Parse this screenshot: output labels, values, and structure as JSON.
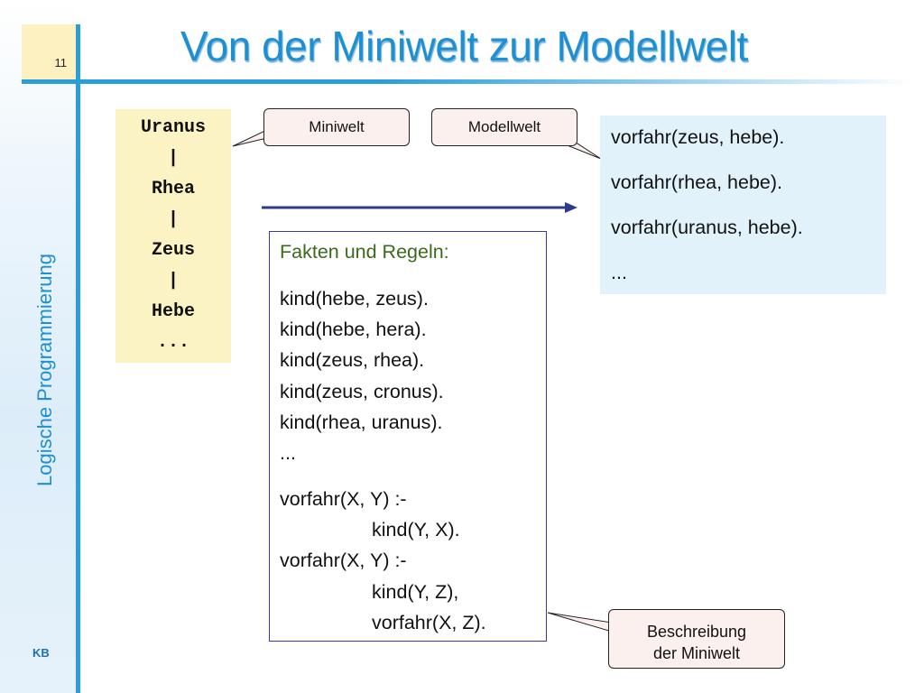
{
  "slide": {
    "number": "11",
    "title": "Von der Miniwelt zur Modellwelt",
    "side_label": "Logische Programmierung",
    "footer": "KB"
  },
  "miniwelt": {
    "lines": [
      "Uranus",
      "|",
      "Rhea",
      "|",
      "Zeus",
      "|",
      "Hebe",
      "..."
    ]
  },
  "callouts": {
    "miniwelt": "Miniwelt",
    "modellwelt": "Modellwelt",
    "beschreibung_line1": "Beschreibung",
    "beschreibung_line2": "der Miniwelt"
  },
  "modellwelt": {
    "lines": [
      "vorfahr(zeus, hebe).",
      "vorfahr(rhea, hebe).",
      "vorfahr(uranus, hebe).",
      "..."
    ]
  },
  "program": {
    "header": "Fakten und Regeln:",
    "facts": [
      "kind(hebe, zeus).",
      "kind(hebe, hera).",
      "kind(zeus, rhea).",
      "kind(zeus, cronus).",
      "kind(rhea, uranus).",
      "..."
    ],
    "rule1": [
      "vorfahr(X, Y) :-",
      "kind(Y, X)."
    ],
    "rule2": [
      "vorfahr(X, Y) :-",
      "kind(Y, Z),",
      "vorfahr(X, Z)."
    ]
  },
  "colors": {
    "title": "#1e8fd0",
    "accent_line": "#2a9fd6",
    "arrow": "#2e3a8c",
    "miniwelt_bg": "#fcf3c5",
    "modellwelt_bg": "#e2f2fb",
    "callout_bg": "#fcf0ee"
  }
}
